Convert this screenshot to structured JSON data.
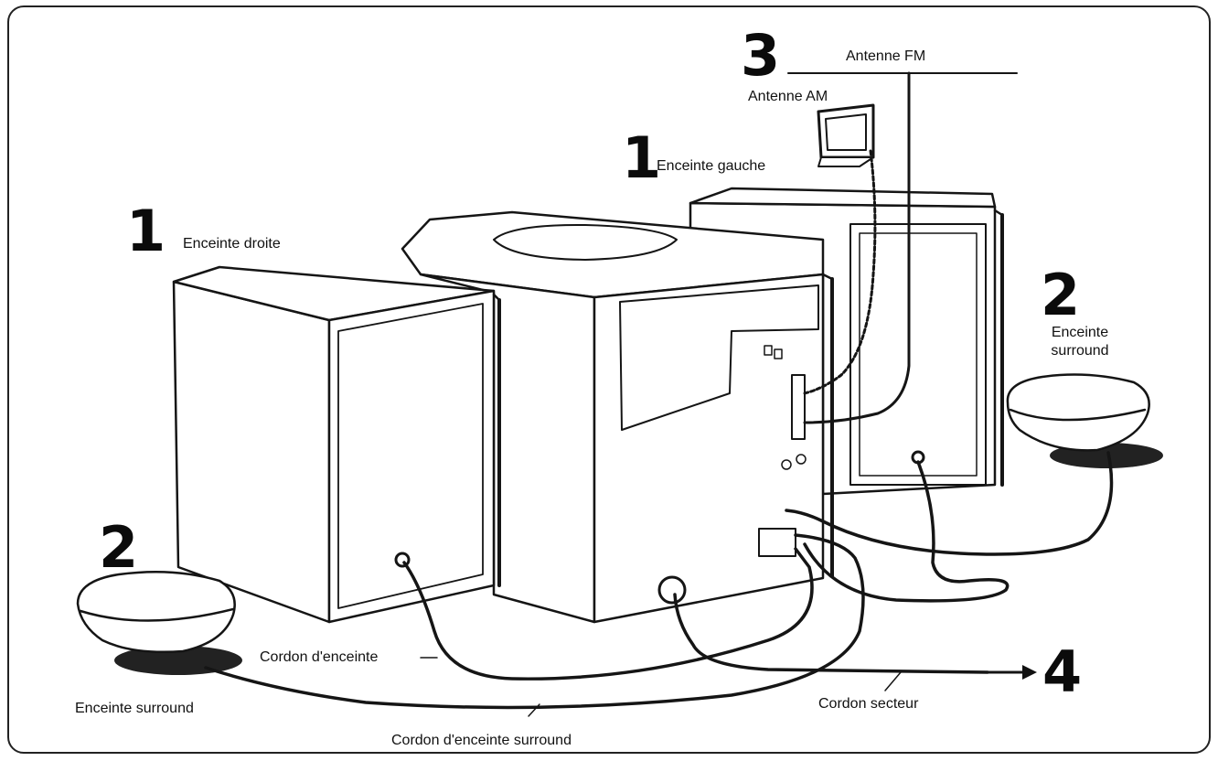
{
  "markers": {
    "speaker_right": "1",
    "speaker_left": "1",
    "surround_right": "2",
    "surround_left": "2",
    "antennas": "3",
    "power": "4"
  },
  "labels": {
    "antenna_fm": "Antenne FM",
    "antenna_am": "Antenne AM",
    "speaker_left": "Enceinte gauche",
    "speaker_right": "Enceinte droite",
    "surround_right_line1": "Enceinte",
    "surround_right_line2": "surround",
    "surround_left": "Enceinte surround",
    "speaker_cord": "Cordon d'enceinte",
    "surround_cord": "Cordon d'enceinte surround",
    "power_cord": "Cordon secteur"
  }
}
